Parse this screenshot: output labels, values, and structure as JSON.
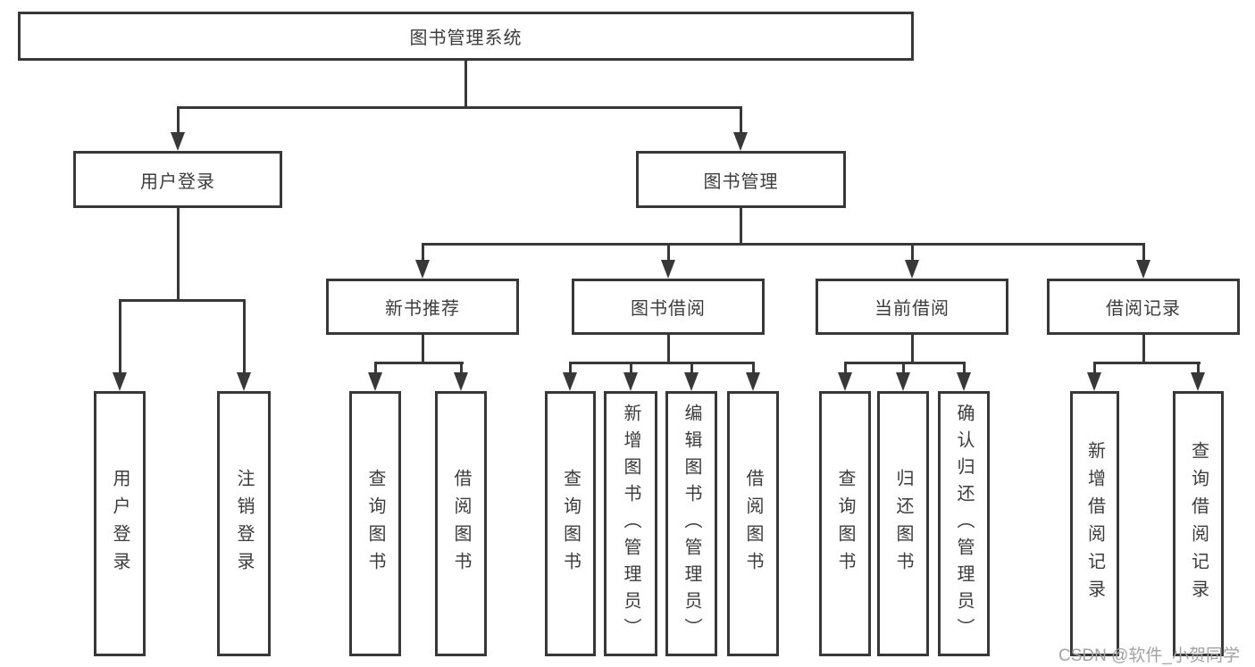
{
  "diagram_type": "hierarchy-tree",
  "colors": {
    "line": "#383838",
    "box_border": "#383838",
    "text": "#3c3c3c",
    "background": "#ffffff",
    "watermark": "#a3a3a3"
  },
  "tree": {
    "root": {
      "label": "图书管理系统"
    },
    "children": [
      {
        "label": "用户登录",
        "children": [
          {
            "label": "用户登录"
          },
          {
            "label": "注销登录"
          }
        ]
      },
      {
        "label": "图书管理",
        "children": [
          {
            "label": "新书推荐",
            "children": [
              {
                "label": "查询图书"
              },
              {
                "label": "借阅图书"
              }
            ]
          },
          {
            "label": "图书借阅",
            "children": [
              {
                "label": "查询图书"
              },
              {
                "label": "新增图书（管理员）"
              },
              {
                "label": "编辑图书（管理员）"
              },
              {
                "label": "借阅图书"
              }
            ]
          },
          {
            "label": "当前借阅",
            "children": [
              {
                "label": "查询图书"
              },
              {
                "label": "归还图书"
              },
              {
                "label": "确认归还（管理员）"
              }
            ]
          },
          {
            "label": "借阅记录",
            "children": [
              {
                "label": "新增借阅记录"
              },
              {
                "label": "查询借阅记录"
              }
            ]
          }
        ]
      }
    ]
  },
  "watermark": {
    "text": "CSDN @软件_小贺同学"
  }
}
